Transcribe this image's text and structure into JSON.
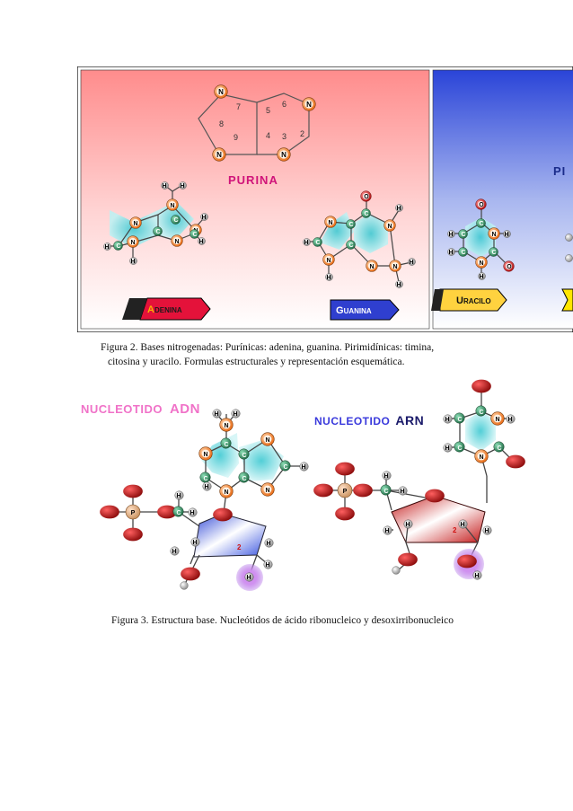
{
  "figure2": {
    "purina_label": "PURINA",
    "pirimidina_label_partial": "PI",
    "ring_numbers": [
      "7",
      "5",
      "6",
      "8",
      "9",
      "4",
      "3",
      "2"
    ],
    "adenina": {
      "first": "A",
      "rest": "DENINA"
    },
    "guanina": {
      "first": "G",
      "rest": "UANINA"
    },
    "uracilo": {
      "first": "U",
      "rest": "RACILO"
    },
    "atoms": {
      "N": "N",
      "C": "C",
      "H": "H",
      "O": "O"
    },
    "caption_line1": "Figura 2. Bases nitrogenadas: Purínicas: adenina, guanina. Pirimidínicas: timina,",
    "caption_line2": "citosina y uracilo. Formulas estructurales y representación esquemática.",
    "colors": {
      "purina_bg": "#ff9b9b",
      "pirimidina_bg": "#3a5ae0",
      "atom_N": "#f07a24",
      "atom_C": "#2e8f5e",
      "atom_O": "#c81e1e"
    }
  },
  "figure3": {
    "adn_title_a": "NUCLEOTIDO",
    "adn_title_b": "ADN",
    "arn_title_a": "NUCLEOTIDO",
    "arn_title_b": "ARN",
    "phosphate": "P",
    "carbon_2": "2",
    "caption": "Figura 3. Estructura base. Nucleótidos de ácido ribonucleico y desoxirribonucleico"
  }
}
